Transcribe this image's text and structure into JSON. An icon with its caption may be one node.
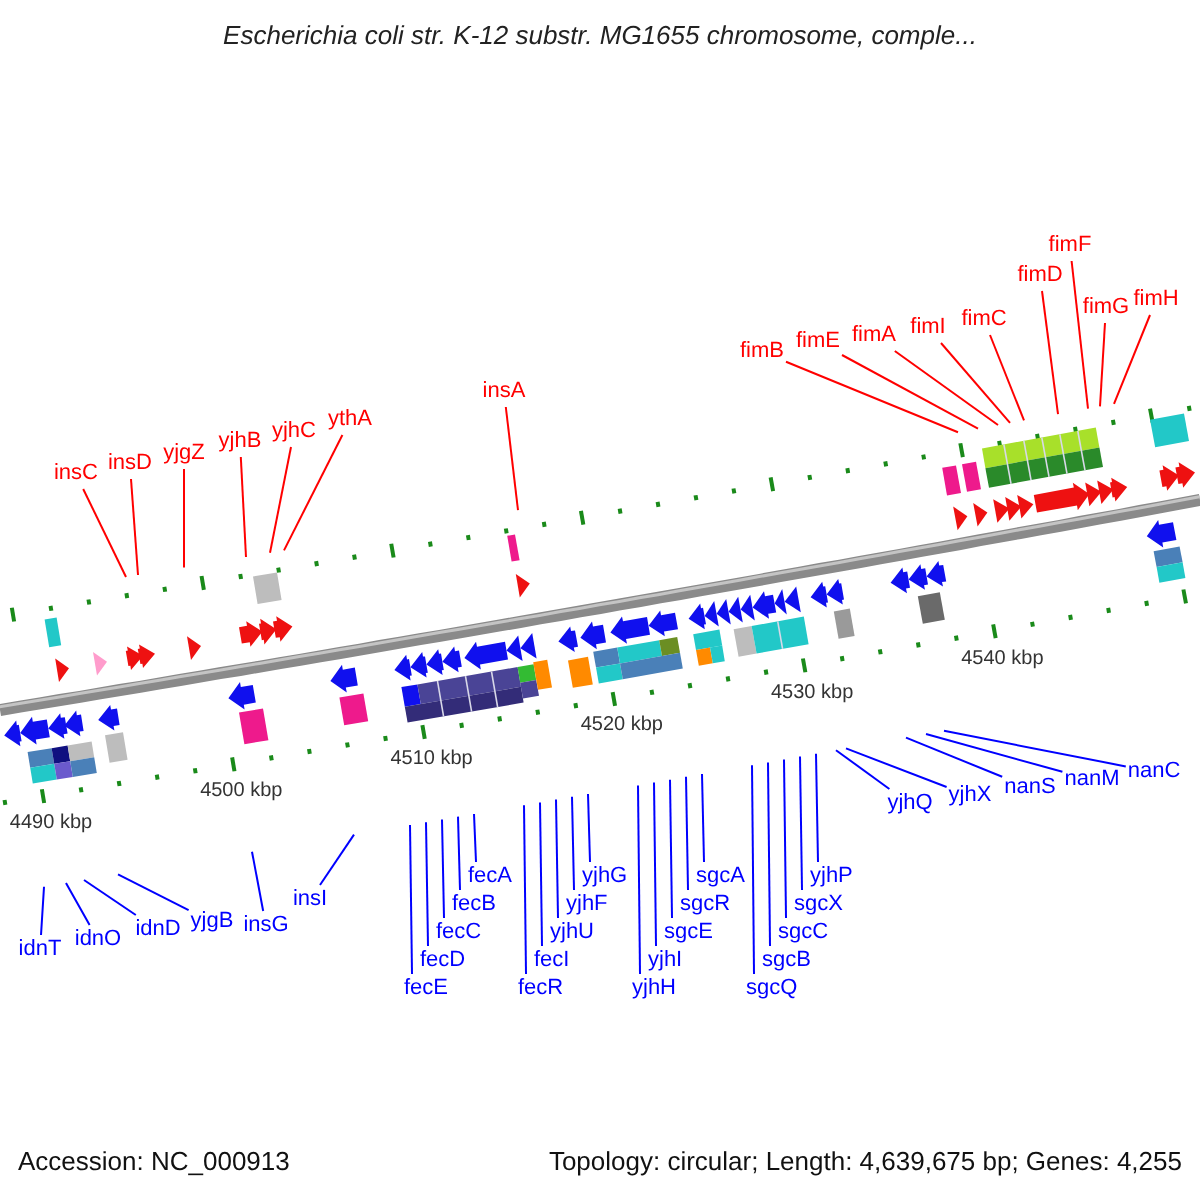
{
  "diagram": {
    "title": "Escherichia coli str. K-12 substr. MG1655 chromosome, comple...",
    "nodes": [
      {
        "text": [
          "insC"
        ]
      },
      {
        "text": [
          "insD"
        ]
      },
      {
        "text": [
          "yjgZ"
        ]
      },
      {
        "text": [
          "yjhB"
        ]
      },
      {
        "text": [
          "yjhC"
        ]
      },
      {
        "text": [
          "ythA"
        ]
      },
      {
        "text": [
          "insA"
        ]
      },
      {
        "text": [
          "fimB"
        ]
      },
      {
        "text": [
          "fimE"
        ]
      },
      {
        "text": [
          "fimA"
        ]
      },
      {
        "text": [
          "fimI"
        ]
      },
      {
        "text": [
          "fimC"
        ]
      },
      {
        "text": [
          "fimD"
        ]
      },
      {
        "text": [
          "fimF"
        ]
      },
      {
        "text": [
          "fimG"
        ]
      },
      {
        "text": [
          "fimH"
        ]
      },
      {
        "text": [
          "idnT"
        ]
      },
      {
        "text": [
          "idnO"
        ]
      },
      {
        "text": [
          "idnD"
        ]
      },
      {
        "text": [
          "yjgB"
        ]
      },
      {
        "text": [
          "insG"
        ]
      },
      {
        "text": [
          "insI"
        ]
      },
      {
        "text": [
          "fecE"
        ]
      },
      {
        "text": [
          "fecD"
        ]
      },
      {
        "text": [
          "fecC"
        ]
      },
      {
        "text": [
          "fecB"
        ]
      },
      {
        "text": [
          "fecA"
        ]
      },
      {
        "text": [
          "fecR"
        ]
      },
      {
        "text": [
          "fecI"
        ]
      },
      {
        "text": [
          "yjhU"
        ]
      },
      {
        "text": [
          "yjhF"
        ]
      },
      {
        "text": [
          "yjhG"
        ]
      },
      {
        "text": [
          "yjhH"
        ]
      },
      {
        "text": [
          "yjhI"
        ]
      },
      {
        "text": [
          "sgcE"
        ]
      },
      {
        "text": [
          "sgcR"
        ]
      },
      {
        "text": [
          "sgcA"
        ]
      },
      {
        "text": [
          "sgcQ"
        ]
      },
      {
        "text": [
          "sgcB"
        ]
      },
      {
        "text": [
          "sgcC"
        ]
      },
      {
        "text": [
          "sgcX"
        ]
      },
      {
        "text": [
          "yjhP"
        ]
      },
      {
        "text": [
          "yjhQ"
        ]
      },
      {
        "text": [
          "yjhX"
        ]
      },
      {
        "text": [
          "nanS"
        ]
      },
      {
        "text": [
          "nanM"
        ]
      },
      {
        "text": [
          "nanC"
        ]
      }
    ],
    "edges": [
      {
        "from": 0,
        "to": null,
        "arrow": "none",
        "color": "#ff0000"
      },
      {
        "from": 1,
        "to": null,
        "arrow": "none",
        "color": "#ff0000"
      },
      {
        "from": 2,
        "to": null,
        "arrow": "none",
        "color": "#ff0000"
      },
      {
        "from": 3,
        "to": null,
        "arrow": "none",
        "color": "#ff0000"
      },
      {
        "from": 4,
        "to": null,
        "arrow": "none",
        "color": "#ff0000"
      },
      {
        "from": 5,
        "to": null,
        "arrow": "none",
        "color": "#ff0000"
      },
      {
        "from": 6,
        "to": null,
        "arrow": "none",
        "color": "#ff0000"
      },
      {
        "from": 7,
        "to": null,
        "arrow": "none",
        "color": "#ff0000"
      },
      {
        "from": 8,
        "to": null,
        "arrow": "none",
        "color": "#ff0000"
      },
      {
        "from": 9,
        "to": null,
        "arrow": "none",
        "color": "#ff0000"
      },
      {
        "from": 10,
        "to": null,
        "arrow": "none",
        "color": "#ff0000"
      },
      {
        "from": 11,
        "to": null,
        "arrow": "none",
        "color": "#ff0000"
      },
      {
        "from": 12,
        "to": null,
        "arrow": "none",
        "color": "#ff0000"
      },
      {
        "from": 13,
        "to": null,
        "arrow": "none",
        "color": "#ff0000"
      },
      {
        "from": 14,
        "to": null,
        "arrow": "none",
        "color": "#ff0000"
      },
      {
        "from": 15,
        "to": null,
        "arrow": "none",
        "color": "#ff0000"
      },
      {
        "from": 16,
        "to": null,
        "arrow": "none"
      },
      {
        "from": 17,
        "to": null,
        "arrow": "none"
      },
      {
        "from": 18,
        "to": null,
        "arrow": "none"
      },
      {
        "from": 19,
        "to": null,
        "arrow": "none"
      },
      {
        "from": 20,
        "to": null,
        "arrow": "none"
      },
      {
        "from": 21,
        "to": null,
        "arrow": "none"
      },
      {
        "from": 22,
        "to": null,
        "arrow": "none"
      },
      {
        "from": 23,
        "to": null,
        "arrow": "none"
      },
      {
        "from": 24,
        "to": null,
        "arrow": "none"
      },
      {
        "from": 25,
        "to": null,
        "arrow": "none"
      },
      {
        "from": 26,
        "to": null,
        "arrow": "none"
      },
      {
        "from": 27,
        "to": null,
        "arrow": "none"
      },
      {
        "from": 28,
        "to": null,
        "arrow": "none"
      },
      {
        "from": 29,
        "to": null,
        "arrow": "none"
      },
      {
        "from": 30,
        "to": null,
        "arrow": "none"
      },
      {
        "from": 31,
        "to": null,
        "arrow": "none"
      },
      {
        "from": 32,
        "to": null,
        "arrow": "none"
      },
      {
        "from": 33,
        "to": null,
        "arrow": "none"
      },
      {
        "from": 34,
        "to": null,
        "arrow": "none"
      },
      {
        "from": 35,
        "to": null,
        "arrow": "none"
      },
      {
        "from": 36,
        "to": null,
        "arrow": "none"
      },
      {
        "from": 37,
        "to": null,
        "arrow": "none"
      },
      {
        "from": 38,
        "to": null,
        "arrow": "none"
      },
      {
        "from": 39,
        "to": null,
        "arrow": "none"
      },
      {
        "from": 40,
        "to": null,
        "arrow": "none"
      },
      {
        "from": 41,
        "to": null,
        "arrow": "none"
      },
      {
        "from": 42,
        "to": null,
        "arrow": "none"
      },
      {
        "from": 43,
        "to": null,
        "arrow": "none"
      },
      {
        "from": 44,
        "to": null,
        "arrow": "none"
      },
      {
        "from": 45,
        "to": null,
        "arrow": "none"
      },
      {
        "from": 46,
        "to": null,
        "arrow": "none"
      }
    ],
    "labels": [
      "4490 kbp",
      "4500 kbp",
      "4510 kbp",
      "4520 kbp",
      "4530 kbp",
      "4540 kbp",
      "Accession: NC_000913",
      "Topology: circular; Length: 4,639,675 bp; Genes: 4,255"
    ]
  }
}
